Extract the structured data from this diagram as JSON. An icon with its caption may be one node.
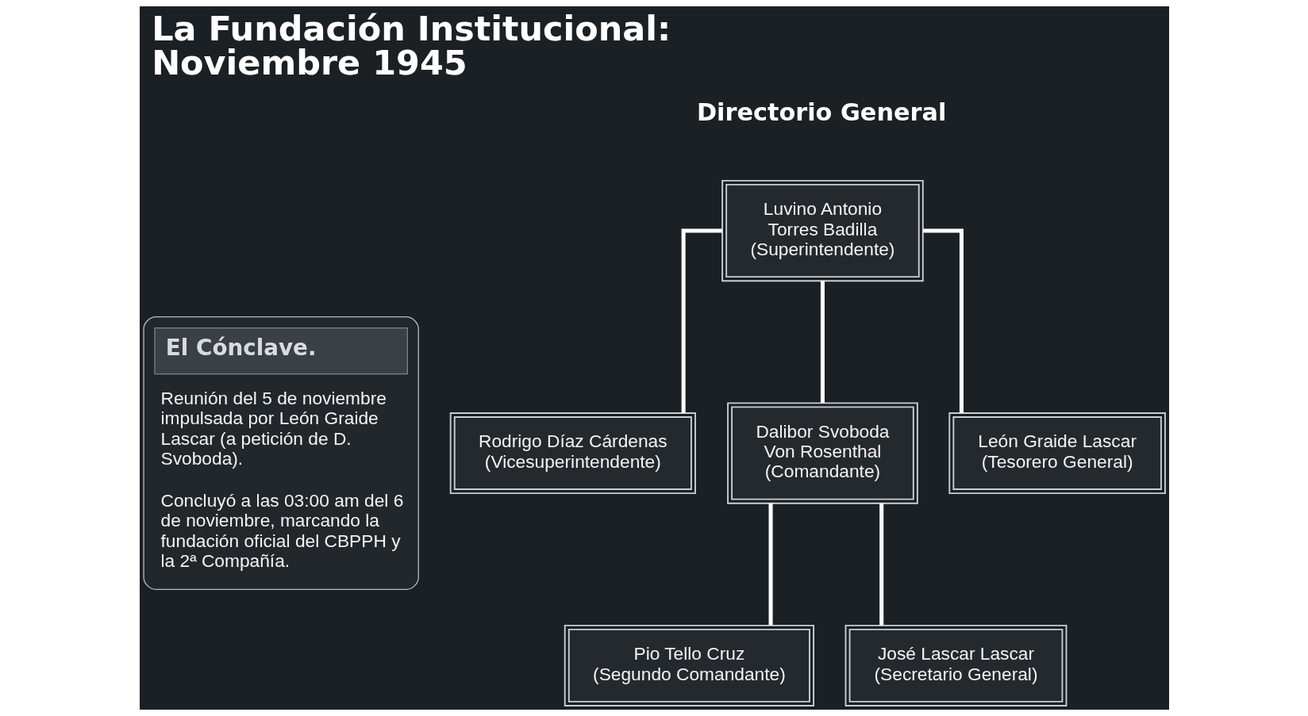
{
  "diagram": {
    "title": "La Fundación Institucional: Noviembre 1945",
    "nodes": [
      {
        "text": [
          "El Cónclave.",
          "Reunión del 5 de noviembre impulsada por León Graide Lascar (a petición de D. Svoboda).",
          "Concluyó a las 03:00 am del 6 de noviembre, marcando la fundación oficial del CBPPH y la 2ª Compañía."
        ]
      },
      {
        "text": [
          "Luvino Antonio Torres Badilla",
          "(Superintendente)"
        ]
      },
      {
        "text": [
          "Rodrigo Díaz Cárdenas",
          "(Vicesuperintendente)"
        ]
      },
      {
        "text": [
          "Dalibor Svoboda Von Rosenthal",
          "(Comandante)"
        ]
      },
      {
        "text": [
          "León Graide Lascar",
          "(Tesorero General)"
        ]
      },
      {
        "text": [
          "Pio Tello Cruz",
          "(Segundo Comandante)"
        ]
      },
      {
        "text": [
          "José Lascar Lascar",
          "(Secretario General)"
        ]
      }
    ],
    "edges": [
      {
        "from": 1,
        "to": 2,
        "arrow": "none"
      },
      {
        "from": 1,
        "to": 3,
        "arrow": "none"
      },
      {
        "from": 1,
        "to": 4,
        "arrow": "none"
      },
      {
        "from": 3,
        "to": 5,
        "arrow": "none"
      },
      {
        "from": 3,
        "to": 6,
        "arrow": "none"
      }
    ],
    "labels": [
      "Directorio General"
    ]
  }
}
